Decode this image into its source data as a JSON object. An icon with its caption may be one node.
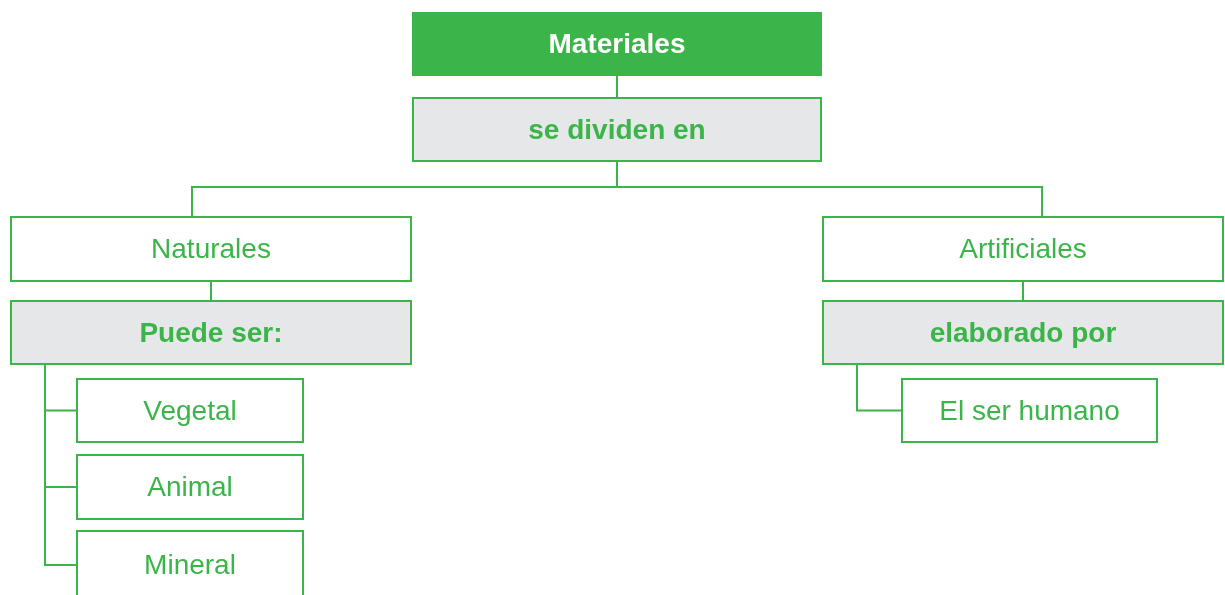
{
  "diagram": {
    "nodes": [
      {
        "text": [
          "Materiales"
        ]
      },
      {
        "text": [
          "se dividen en"
        ]
      },
      {
        "text": [
          "Naturales"
        ]
      },
      {
        "text": [
          "Puede ser:"
        ]
      },
      {
        "text": [
          "Vegetal"
        ]
      },
      {
        "text": [
          "Animal"
        ]
      },
      {
        "text": [
          "Mineral"
        ]
      },
      {
        "text": [
          "Artificiales"
        ]
      },
      {
        "text": [
          "elaborado por"
        ]
      },
      {
        "text": [
          "El ser humano"
        ]
      }
    ],
    "edges": [
      {
        "from": 0,
        "to": 1,
        "arrow": "none"
      },
      {
        "from": 1,
        "to": 2,
        "arrow": "none"
      },
      {
        "from": 1,
        "to": 7,
        "arrow": "none"
      },
      {
        "from": 2,
        "to": 3,
        "arrow": "none"
      },
      {
        "from": 3,
        "to": 4,
        "arrow": "none"
      },
      {
        "from": 3,
        "to": 5,
        "arrow": "none"
      },
      {
        "from": 3,
        "to": 6,
        "arrow": "none"
      },
      {
        "from": 7,
        "to": 8,
        "arrow": "none"
      },
      {
        "from": 8,
        "to": 9,
        "arrow": "none"
      }
    ]
  }
}
